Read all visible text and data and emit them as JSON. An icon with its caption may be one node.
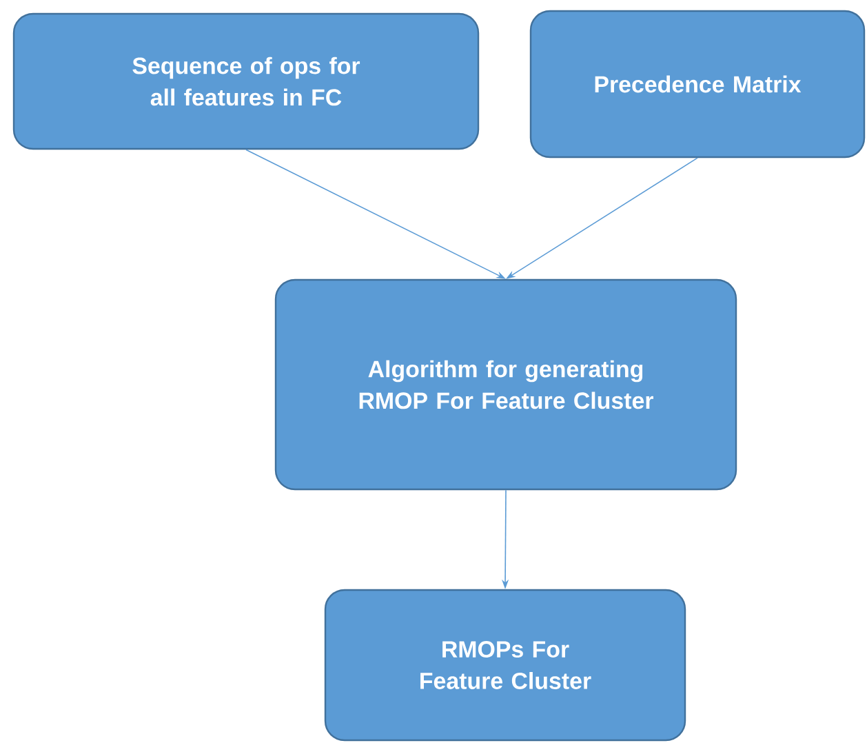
{
  "diagram": {
    "nodes": [
      {
        "text": [
          "Sequence of ops for all features in FC"
        ]
      },
      {
        "text": [
          "Precedence Matrix"
        ]
      },
      {
        "text": [
          "Algorithm for generating RMOP For Feature Cluster"
        ]
      },
      {
        "text": [
          "RMOPs For Feature Cluster"
        ]
      }
    ],
    "edges": [
      {
        "from": 0,
        "to": 2,
        "arrow": "to"
      },
      {
        "from": 1,
        "to": 2,
        "arrow": "to"
      },
      {
        "from": 2,
        "to": 3,
        "arrow": "to"
      }
    ]
  }
}
